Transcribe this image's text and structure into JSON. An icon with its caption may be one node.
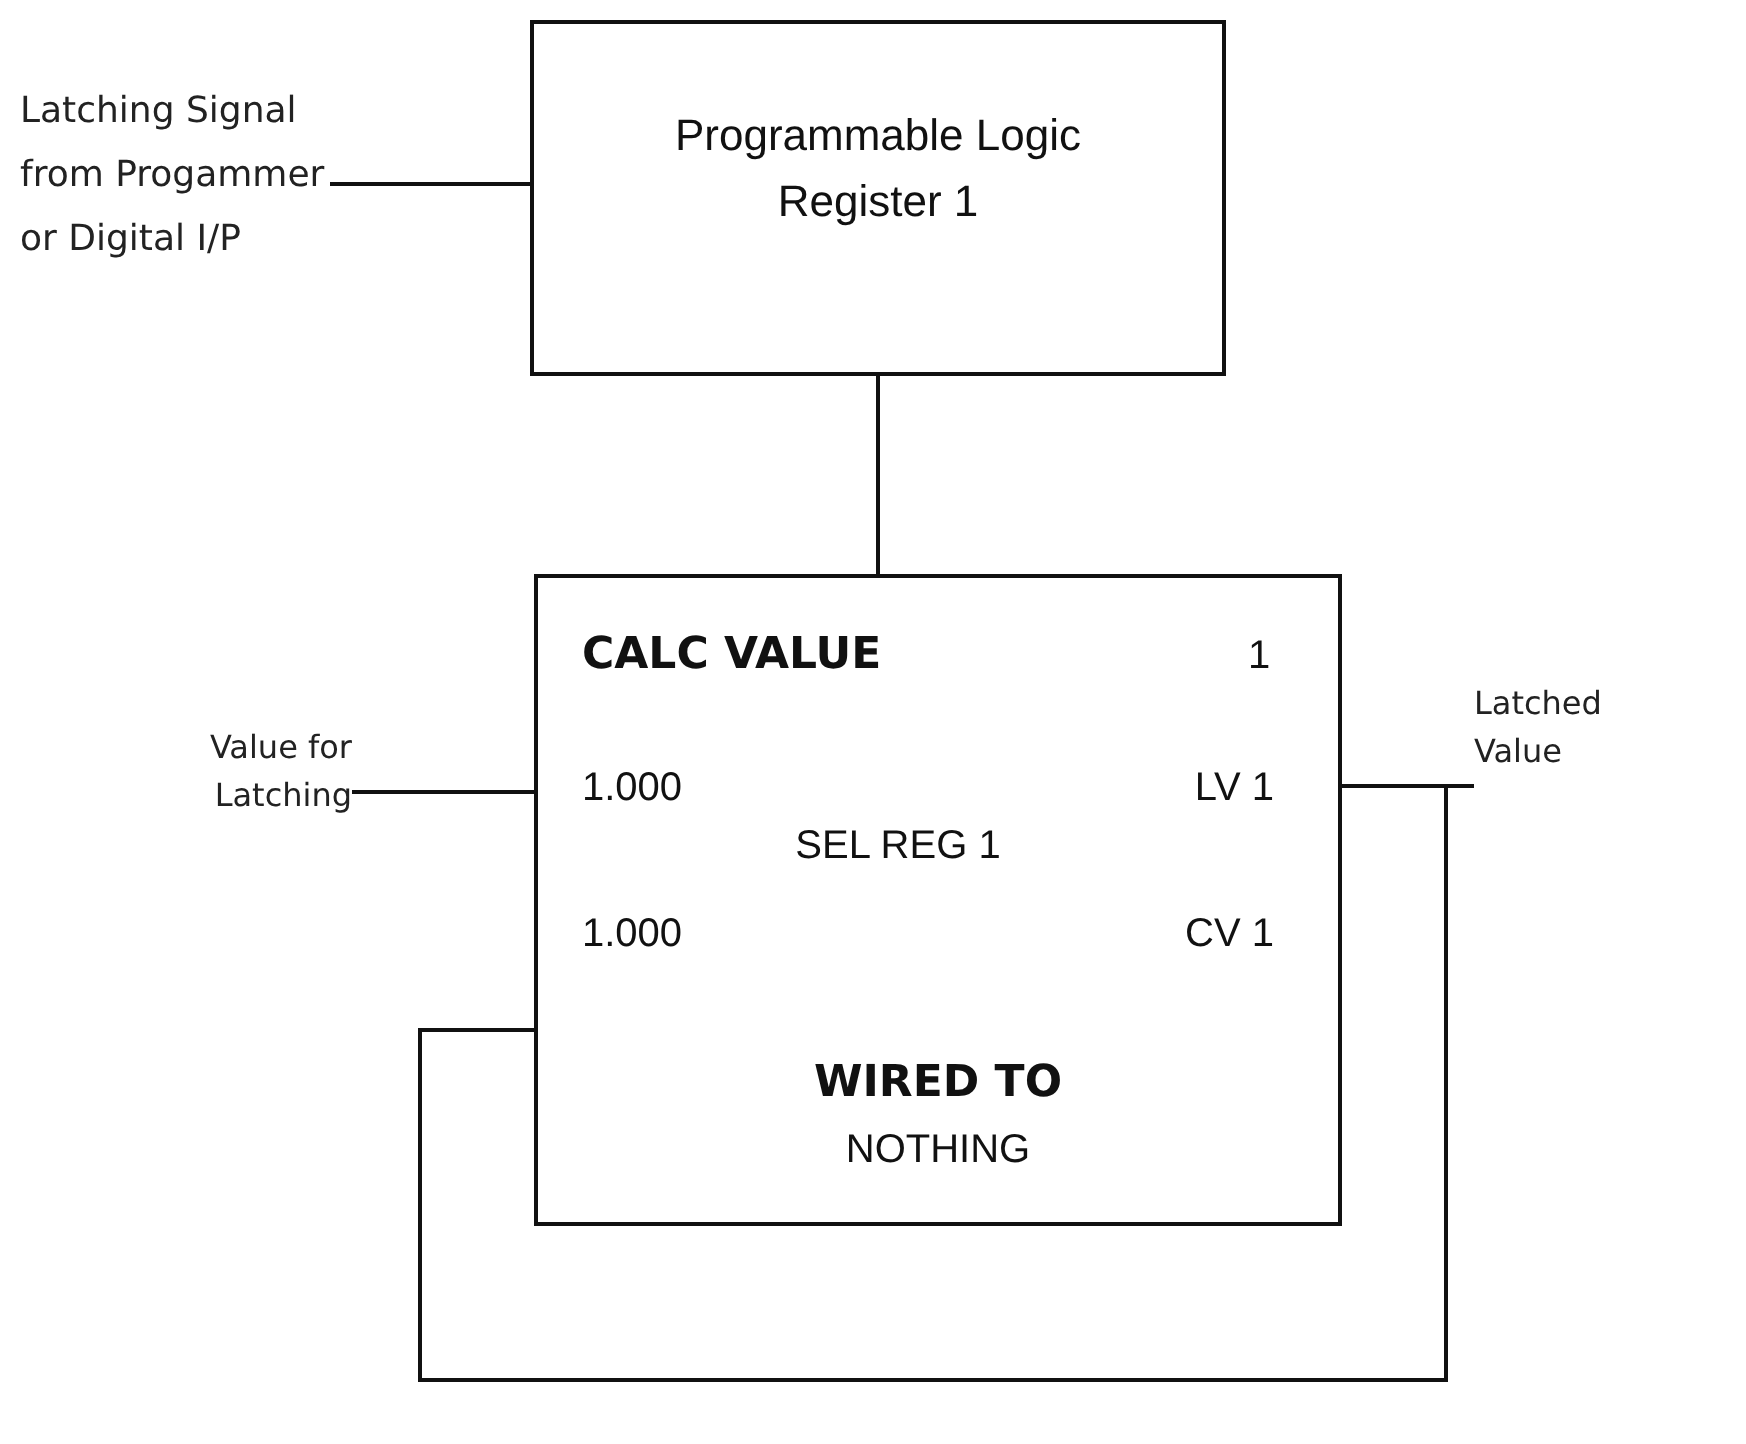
{
  "diagram": {
    "nodes": [
      {
        "text": [
          "Programmable Logic Register 1"
        ]
      },
      {
        "text": [
          "Latching Signal from Progammer or Digital I/P"
        ]
      },
      {
        "text": [
          "CALC VALUE",
          "1",
          "1.000",
          "LV 1",
          "SEL REG 1",
          "1.000",
          "CV 1",
          "WIRED TO",
          "NOTHING"
        ]
      },
      {
        "text": [
          "Value for Latching"
        ]
      },
      {
        "text": [
          "Latched Value"
        ]
      }
    ],
    "edges": [
      {
        "from": 1,
        "to": 0,
        "arrow": "none"
      },
      {
        "from": 0,
        "to": 2,
        "arrow": "none"
      },
      {
        "from": 3,
        "to": 2,
        "arrow": "none"
      },
      {
        "from": 2,
        "to": 4,
        "arrow": "none"
      },
      {
        "from": 2,
        "to": 2,
        "arrow": "none"
      }
    ]
  }
}
